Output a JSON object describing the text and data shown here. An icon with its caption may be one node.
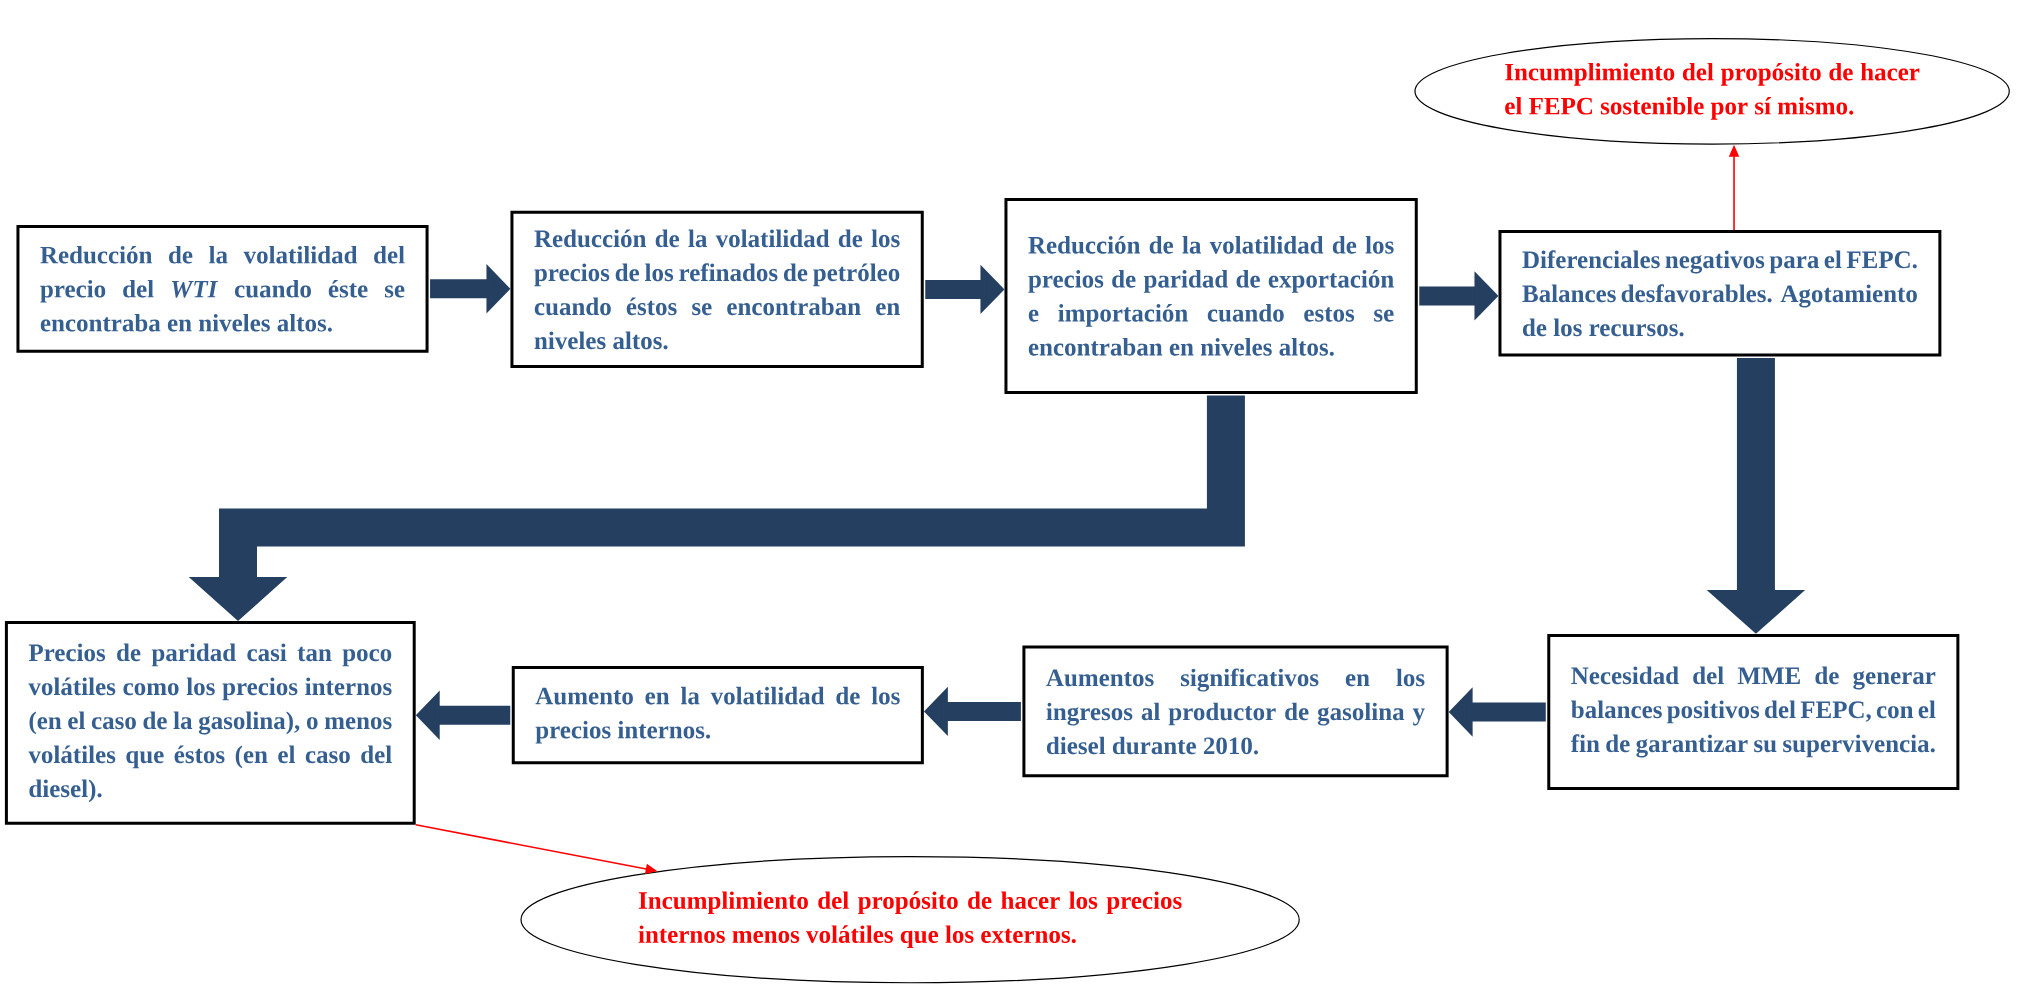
{
  "diagram": {
    "nodes": [
      {
        "text": [
          "Reducción de la volatilidad del precio del *WTI* cuando éste se encontraba en niveles altos."
        ]
      },
      {
        "text": [
          "Reducción de la volatilidad de los precios de los refinados de petróleo cuando éstos se encontraban en niveles altos."
        ]
      },
      {
        "text": [
          "Reducción de la volatilidad de los precios de paridad de exportación e importación cuando estos se encontraban en niveles altos."
        ]
      },
      {
        "text": [
          "Diferenciales negativos para el FEPC. Balances desfavorables. Agotamiento de los recursos."
        ]
      },
      {
        "text": [
          "Incumplimiento del propósito de hacer el FEPC sostenible por sí mismo."
        ]
      },
      {
        "text": [
          "Necesidad del MME de generar balances positivos del FEPC, con el fin de garantizar su supervivencia."
        ]
      },
      {
        "text": [
          "Aumentos significativos en los ingresos al productor de gasolina y diesel durante 2010."
        ]
      },
      {
        "text": [
          "Aumento en la volatilidad de los precios internos."
        ]
      },
      {
        "text": [
          "Precios de paridad casi tan poco volátiles como los precios internos (en el caso de la gasolina), o menos volátiles que éstos (en el caso del diesel)."
        ]
      },
      {
        "text": [
          "Incumplimiento del propósito de hacer los precios internos menos volátiles que los externos."
        ]
      }
    ],
    "edges": [
      {
        "from": 0,
        "to": 1,
        "arrow": "to"
      },
      {
        "from": 1,
        "to": 2,
        "arrow": "to"
      },
      {
        "from": 2,
        "to": 3,
        "arrow": "to"
      },
      {
        "from": 3,
        "to": 4,
        "arrow": "to",
        "color": "#ff0000"
      },
      {
        "from": 3,
        "to": 5,
        "arrow": "to",
        "style": "thick"
      },
      {
        "from": 5,
        "to": 6,
        "arrow": "to"
      },
      {
        "from": 6,
        "to": 7,
        "arrow": "to"
      },
      {
        "from": 7,
        "to": 8,
        "arrow": "to"
      },
      {
        "from": 2,
        "to": 8,
        "arrow": "to",
        "style": "thick"
      },
      {
        "from": 8,
        "to": 9,
        "arrow": "to",
        "color": "#ff0000"
      }
    ]
  }
}
